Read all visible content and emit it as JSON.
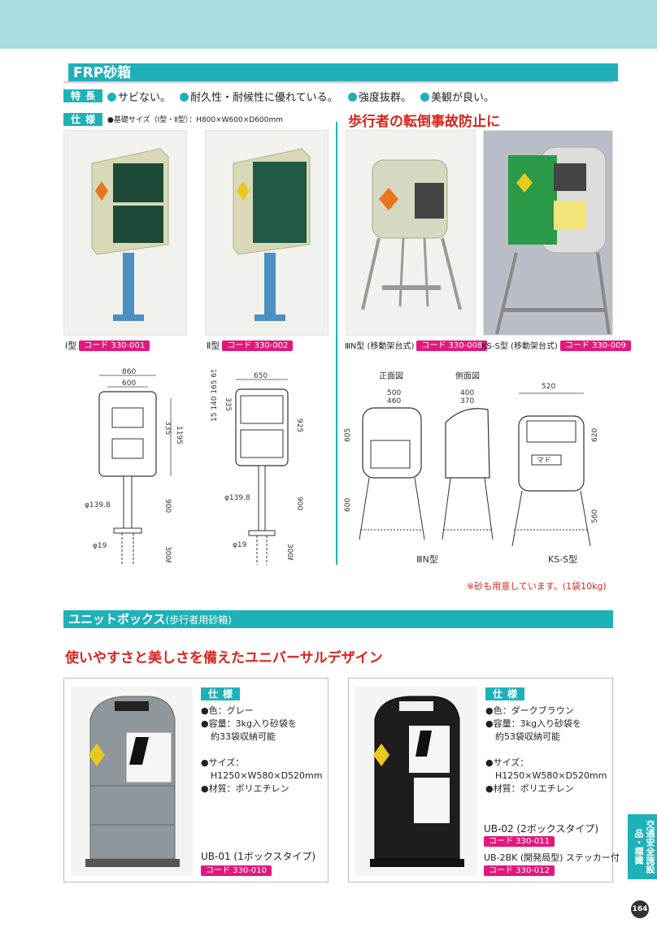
{
  "frp": {
    "title": "FRP砂箱",
    "features_tag": "特長",
    "features": [
      "サビない。",
      "耐久性・耐候性に優れている。",
      "強度抜群。",
      "美観が良い。"
    ],
    "spec_tag": "仕様",
    "spec_text": "●基礎サイズ（Ⅰ型・Ⅱ型）：H800×W600×D600mm",
    "headline": "歩行者の転倒事故防止に",
    "products": [
      {
        "label": "Ⅰ型",
        "code": "コード 330-001"
      },
      {
        "label": "Ⅱ型",
        "code": "コード 330-002"
      },
      {
        "label": "ⅢN型 (移動架台式)",
        "code": "コード 330-008"
      },
      {
        "label": "KS-S型 (移動架台式)",
        "code": "コード 330-009"
      }
    ],
    "drawing1": {
      "w_outer": "860",
      "w_inner": "600",
      "d_335": "335",
      "d_1195": "1195",
      "d_900": "900",
      "phi": "φ139.8",
      "phi19": "φ19",
      "d_300": "300ℓ"
    },
    "drawing2": {
      "w": "650",
      "d_335": "335",
      "d_925": "925",
      "d_900": "900",
      "stack": "15 140 165 65",
      "phi": "φ139.8",
      "phi19": "φ19",
      "d_300": "300ℓ"
    },
    "drawing3": {
      "front_label": "正面図",
      "side_label": "側面図",
      "w500": "500",
      "w460": "460",
      "w400": "400",
      "w370": "370",
      "h605": "605",
      "h600": "600",
      "model": "ⅢN型"
    },
    "drawing4": {
      "w520": "520",
      "h620": "620",
      "h560": "560",
      "sign": "マド",
      "model": "KS-S型"
    },
    "note": "※砂も用意しています。(1袋10kg)"
  },
  "unit": {
    "title": "ユニットボックス",
    "subtitle": "(歩行者用砂箱)",
    "headline": "使いやすさと美しさを備えたユニバーサルデザイン",
    "items": [
      {
        "spec_tag": "仕様",
        "specs": [
          "●色：グレー",
          "●容量：3kg入り砂袋を",
          "約33袋収納可能",
          "",
          "●サイズ：",
          "H1250×W580×D520mm",
          "●材質：ポリエチレン"
        ],
        "name": "UB-01 (1ボックスタイプ)",
        "code": "コード 330-010"
      },
      {
        "spec_tag": "仕様",
        "specs": [
          "●色：ダークブラウン",
          "●容量：3kg入り砂袋を",
          "約53袋収納可能",
          "",
          "●サイズ：",
          "H1250×W580×D520mm",
          "●材質：ポリエチレン"
        ],
        "name": "UB-02 (2ボックスタイプ)",
        "code": "コード 330-011",
        "name2": "UB-2BK (開発局型) ステッカー付",
        "code2": "コード 330-012"
      }
    ]
  },
  "side_tab": "交通安全施設品・標識",
  "page_number": "164",
  "colors": {
    "accent": "#1fb1b8",
    "header_band": "#a8dcdf",
    "code_pink": "#e2197b",
    "headline_red": "#d8241c"
  }
}
